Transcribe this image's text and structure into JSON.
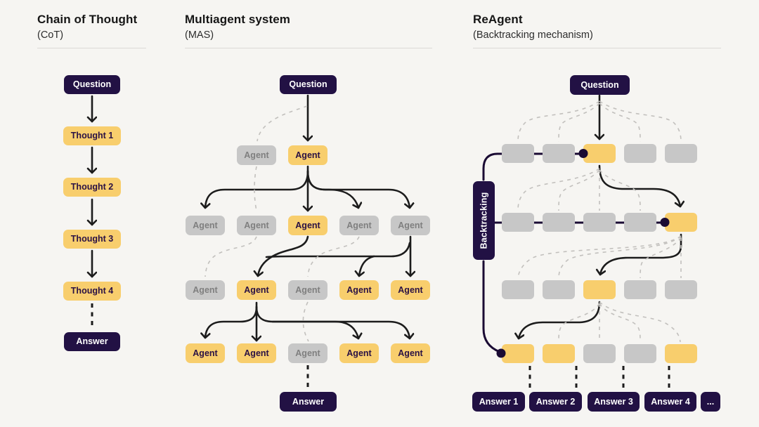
{
  "colors": {
    "background": "#F6F5F2",
    "node_navy": "#221144",
    "node_yellow": "#F8CE6D",
    "node_gray": "#C7C7C7",
    "line_black": "#1C1C1C",
    "line_navy": "#1A0A33",
    "line_dashed_gray": "#C2C0BD"
  },
  "panels": {
    "cot": {
      "title": "Chain of Thought",
      "subtitle": "(CoT)",
      "question": "Question",
      "thoughts": [
        "Thought 1",
        "Thought 2",
        "Thought 3",
        "Thought 4"
      ],
      "answer": "Answer"
    },
    "mas": {
      "title": "Multiagent system",
      "subtitle": "(MAS)",
      "question": "Question",
      "agent_label": "Agent",
      "answer": "Answer",
      "row_highlights": [
        [
          "gray",
          "yellow"
        ],
        [
          "gray",
          "gray",
          "yellow",
          "gray",
          "gray"
        ],
        [
          "gray",
          "yellow",
          "gray",
          "yellow",
          "yellow"
        ],
        [
          "yellow",
          "yellow",
          "gray",
          "yellow",
          "yellow"
        ]
      ]
    },
    "reagent": {
      "title": "ReAgent",
      "subtitle": "(Backtracking mechanism)",
      "question": "Question",
      "backtracking_label": "Backtracking",
      "row_highlights": [
        [
          "gray",
          "gray",
          "yellow",
          "gray",
          "gray"
        ],
        [
          "gray",
          "gray",
          "gray",
          "gray",
          "yellow"
        ],
        [
          "gray",
          "gray",
          "yellow",
          "gray",
          "gray"
        ],
        [
          "yellow",
          "yellow",
          "gray",
          "gray",
          "yellow"
        ]
      ],
      "answers": [
        "Answer 1",
        "Answer 2",
        "Answer 3",
        "Answer 4",
        "..."
      ]
    }
  }
}
